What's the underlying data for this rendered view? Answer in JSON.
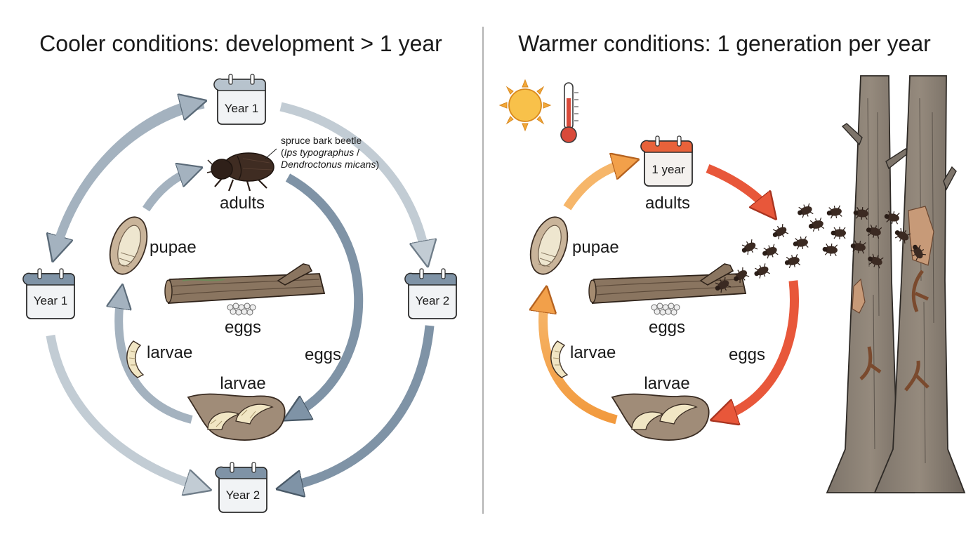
{
  "left": {
    "title": "Cooler conditions: development > 1 year",
    "calendar_top": "Year 1",
    "calendar_left": "Year 1",
    "calendar_right": "Year 2",
    "calendar_bottom": "Year 2",
    "label_adults": "adults",
    "label_pupae": "pupae",
    "label_eggs_center": "eggs",
    "label_eggs_arrow": "eggs",
    "label_larvae_left": "larvae",
    "label_larvae_bottom": "larvae",
    "beetle_note_line1": "spruce bark beetle",
    "beetle_note_line2_open": "(",
    "beetle_note_line2_italic": "Ips typographus",
    "beetle_note_line2_close": " /",
    "beetle_note_line3_italic": "Dendroctonus micans",
    "beetle_note_line3_close": ")"
  },
  "right": {
    "title": "Warmer conditions: 1 generation per year",
    "calendar_top": "1 year",
    "label_adults": "adults",
    "label_pupae": "pupae",
    "label_eggs_center": "eggs",
    "label_eggs_arrow": "eggs",
    "label_larvae_left": "larvae",
    "label_larvae_bottom": "larvae"
  },
  "icons": {
    "sun": "sun-icon",
    "thermometer": "thermometer-icon",
    "calendar": "calendar-icon",
    "beetle": "beetle-icon",
    "cocoon": "pupa-cocoon-icon",
    "larva": "larva-icon",
    "log": "log-icon",
    "eggs": "egg-cluster-icon",
    "tree": "spruce-trunk-icon"
  },
  "colors": {
    "cool_arrow_dark": "#7f93a6",
    "cool_arrow_light": "#c2ccd4",
    "warm_arrow_orange": "#f2a04a",
    "warm_arrow_red": "#e8573a",
    "calendar_cool_header": "#7f93a6",
    "calendar_warm_header": "#e8623a",
    "divider": "#9a9a9a"
  }
}
